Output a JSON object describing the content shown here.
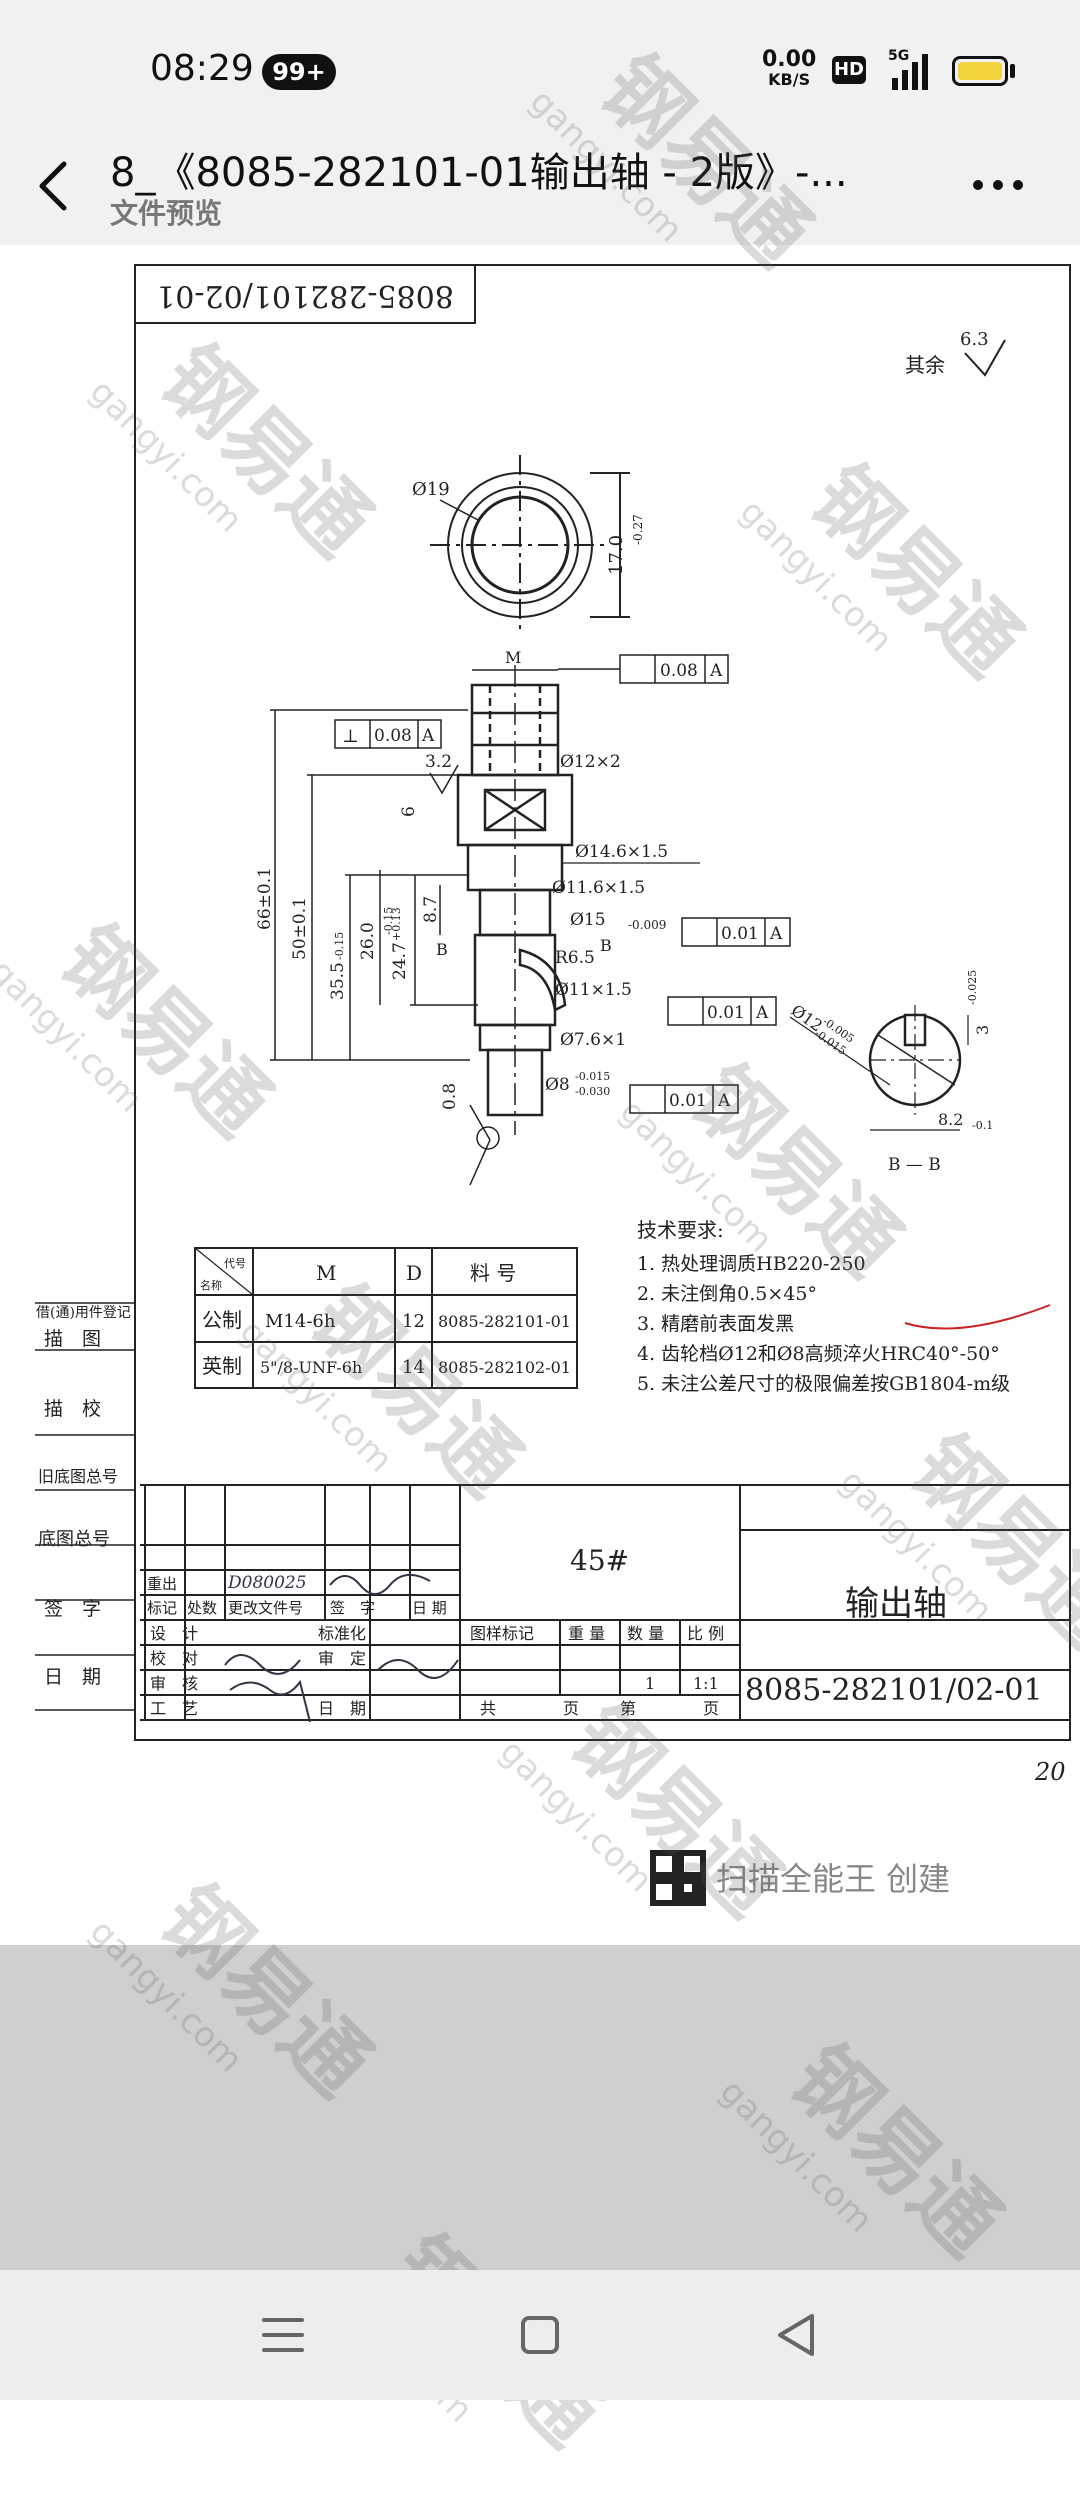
{
  "status": {
    "time": "08:29",
    "notif_badge": "99+",
    "net_speed": "0.00",
    "net_unit": "KB/S",
    "hd": "HD",
    "network": "5G"
  },
  "header": {
    "title": "8_《8085-282101-01输出轴 - 2版》-...",
    "subtitle": "文件预览"
  },
  "drawing": {
    "doc_code": "8085-282101/02-01",
    "roughness_label": "其余",
    "roughness_value": "6.3",
    "dims": {
      "phi19": "Ø19",
      "d17": "17.0",
      "d17_tol": "-0.27",
      "m": "M",
      "tol_a1": "0.08",
      "tol_a2": "0.08",
      "datum": "A",
      "d32": "3.2",
      "d6": "6",
      "phi12x2": "Ø12×2",
      "phi14": "Ø14.6×1.5",
      "phi11_6": "Ø11.6×1.5",
      "phi15": "Ø15",
      "phi15_tol": "-0.009",
      "tol_b": "0.01",
      "r65": "R6.5",
      "phi11": "Ø11×1.5",
      "phi7": "Ø7.6×1",
      "phi8": "Ø8",
      "phi8_tol_up": "-0.015",
      "phi8_tol_low": "-0.030",
      "l66": "66±0.1",
      "l50": "50±0.1",
      "l35": "35.5",
      "l35_tol": "-0.15",
      "l26": "26.0",
      "l26_tol": "-0.15",
      "l24": "24.7",
      "l24_tol": "+0.13",
      "l87": "8.7",
      "d08": "0.8",
      "b_label": "B",
      "section_label": "B — B",
      "phi12": "Ø12",
      "phi12_tol_up": "-0.005",
      "phi12_tol_low": "-0.015",
      "d3": "3",
      "d3_tol": "-0.025",
      "d82": "8.2",
      "d82_tol": "-0.1"
    },
    "tech_title": "技术要求:",
    "tech_items": [
      "1. 热处理调质HB220-250",
      "2. 未注倒角0.5×45°",
      "3. 精磨前表面发黑",
      "4. 齿轮档Ø12和Ø8高频淬火HRC40°-50°",
      "5. 未注公差尺寸的极限偏差按GB1804-m级"
    ],
    "spec_table": {
      "corner_top": "代号",
      "corner_bottom": "名称",
      "headers": [
        "M",
        "D",
        "料 号"
      ],
      "rows": [
        [
          "公制",
          "M14-6h",
          "12",
          "8085-282101-01"
        ],
        [
          "英制",
          "5\"/8-UNF-6h",
          "14",
          "8085-282102-01"
        ]
      ]
    },
    "left_labels": [
      "借(通)用件登记",
      "描　图",
      "描　校",
      "旧底图总号",
      "底图总号",
      "签　字",
      "日　期"
    ],
    "material": "45#",
    "part_name": "输出轴",
    "part_no": "8085-282101/02-01",
    "tb_row_labels": [
      "重出",
      "标记",
      "处数",
      "更改文件号",
      "签　字",
      "日 期"
    ],
    "tb_roles": [
      "设　计",
      "校　对",
      "审　核",
      "工　艺"
    ],
    "tb_roles2": [
      "标准化",
      "审　定",
      "日　期"
    ],
    "tb_headers": [
      "图样标记",
      "重 量",
      "数 量",
      "比 例"
    ],
    "qty": "1",
    "scale": "1:1",
    "sheet_labels": [
      "共",
      "页",
      "第",
      "页"
    ],
    "handwritten_code": "D080025",
    "page_mark": "20"
  },
  "footer": {
    "scanner_text": "扫描全能王 创建"
  },
  "watermark": {
    "brand": "钢易通",
    "domain": "gangyi.com"
  }
}
